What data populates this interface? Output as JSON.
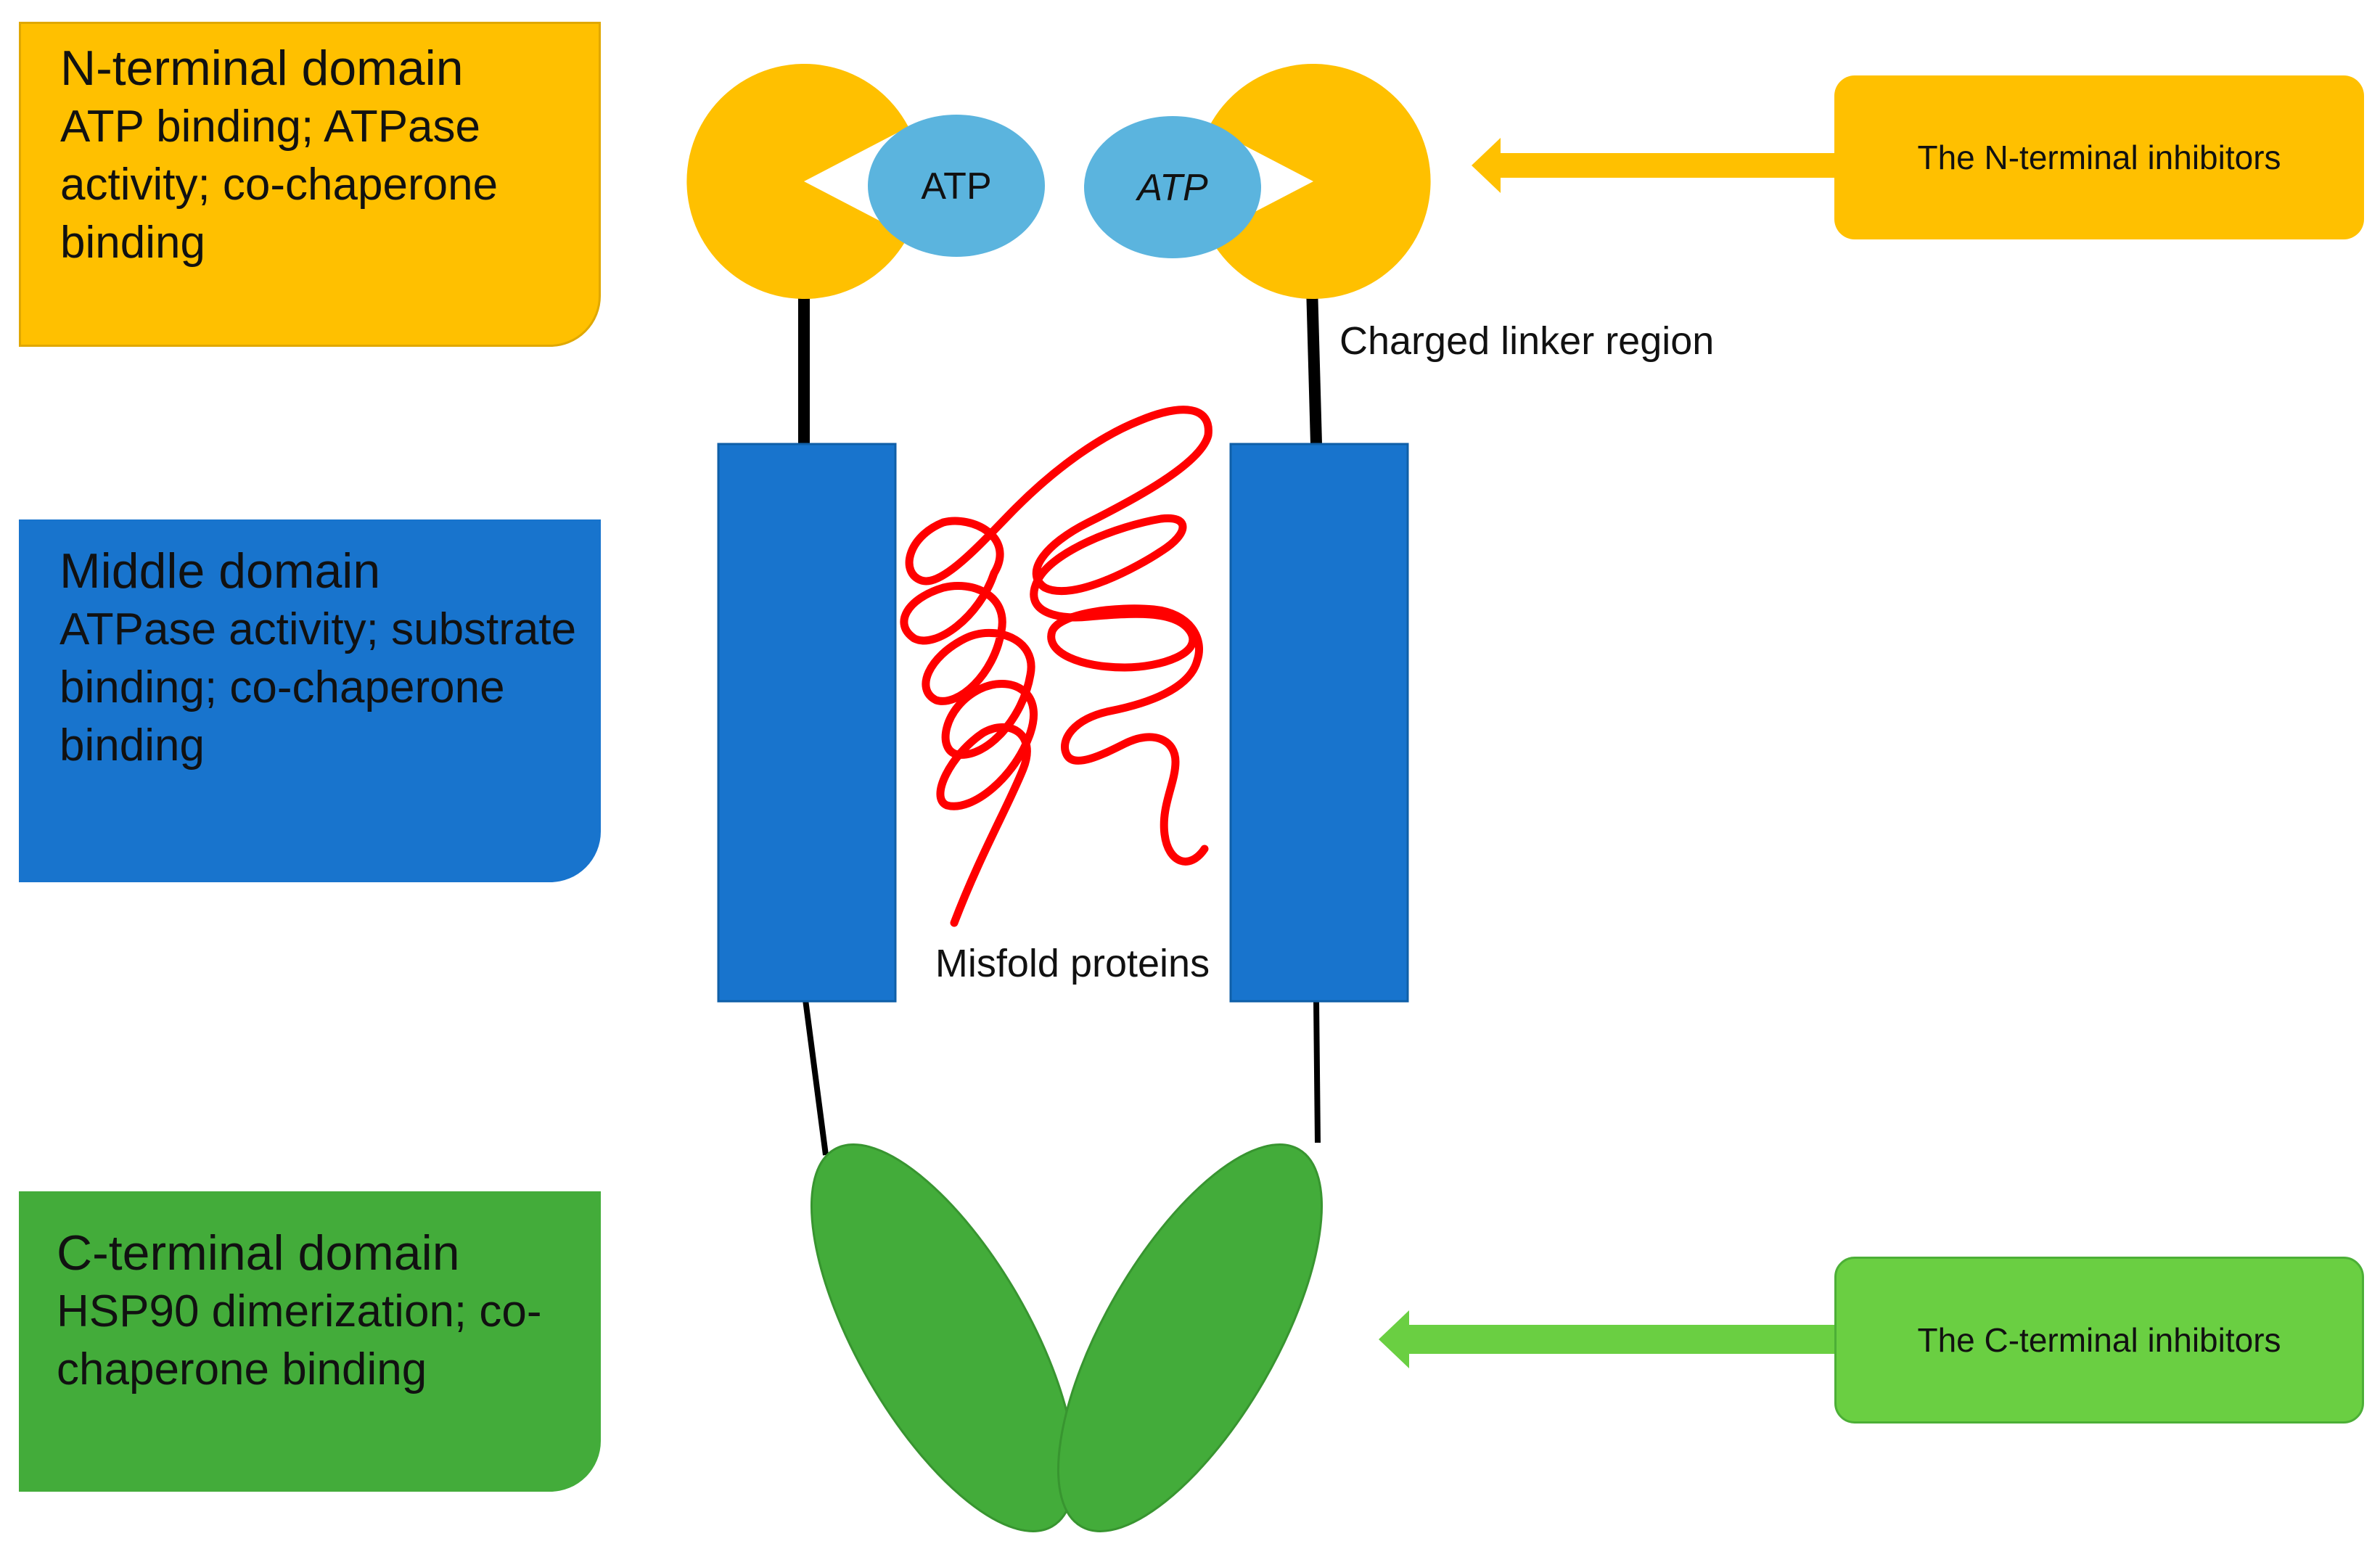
{
  "domains": {
    "n_terminal": {
      "title": "N-terminal domain",
      "description": "ATP binding; ATPase activity; co-chaperone binding",
      "color": "#FFC000"
    },
    "middle": {
      "title": "Middle domain",
      "description": "ATPase activity; substrate binding; co-chaperone binding",
      "color": "#1874CD"
    },
    "c_terminal": {
      "title": "C-terminal domain",
      "description": "HSP90 dimerization; co-chaperone binding",
      "color": "#43AC3A"
    }
  },
  "inhibitors": {
    "n_terminal": {
      "label": "The N-terminal inhibitors",
      "color": "#FFC000"
    },
    "c_terminal": {
      "label": "The C-terminal inhibitors",
      "color": "#6ACF42"
    }
  },
  "diagram": {
    "atp_left": "ATP",
    "atp_right": "ATP",
    "linker_label": "Charged linker region",
    "misfold_label": "Misfold proteins",
    "atp_color": "#5BB4DE",
    "misfold_color": "#FF0000"
  }
}
